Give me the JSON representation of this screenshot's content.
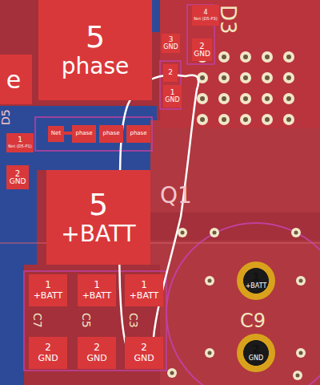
{
  "diagram": {
    "nodes": [
      {
        "text": [
          "5",
          "phase"
        ]
      },
      {
        "text": [
          "e"
        ]
      },
      {
        "text": [
          "4",
          "Net (D5-P3)"
        ]
      },
      {
        "text": [
          "3",
          "GND"
        ]
      },
      {
        "text": [
          "2",
          "GND"
        ]
      },
      {
        "text": [
          "2"
        ]
      },
      {
        "text": [
          "1",
          "GND"
        ]
      },
      {
        "text": [
          "1",
          "Net (D5-P1)"
        ]
      },
      {
        "text": [
          "2",
          "GND"
        ]
      },
      {
        "text": [
          "Net"
        ]
      },
      {
        "text": [
          "phase"
        ]
      },
      {
        "text": [
          "phase"
        ]
      },
      {
        "text": [
          "phase"
        ]
      },
      {
        "text": [
          "5",
          "+BATT"
        ]
      },
      {
        "text": [
          "1",
          "+BATT"
        ]
      },
      {
        "text": [
          "1",
          "+BATT"
        ]
      },
      {
        "text": [
          "1",
          "+BATT"
        ]
      },
      {
        "text": [
          "2",
          "GND"
        ]
      },
      {
        "text": [
          "2",
          "GND"
        ]
      },
      {
        "text": [
          "2",
          "GND"
        ]
      },
      {
        "text": [
          "1",
          "+BATT"
        ]
      },
      {
        "text": [
          "2",
          "GND"
        ]
      }
    ],
    "labels": [
      "D3",
      "D5",
      "Q1",
      "C9",
      "C7",
      "C5",
      "C3"
    ]
  }
}
